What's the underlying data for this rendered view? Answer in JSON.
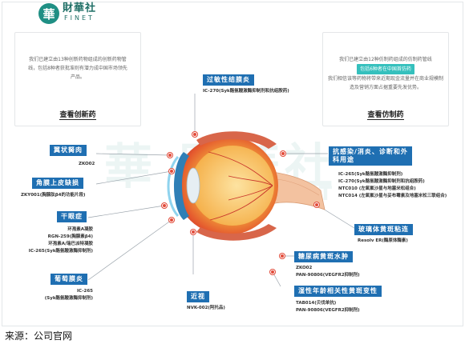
{
  "brand": {
    "mark": "華",
    "name_cn": "財華社",
    "name_en": "FINET"
  },
  "left_box": {
    "text": "我们已建立由13种创新药物组成的创新药物管线，包括8种者获批准则有潜力成中国市场领先产品。",
    "link": "查看创新药"
  },
  "right_box": {
    "line1": "我们已建立由12种仿制药组成的仿制药管线",
    "highlight": "包括6种者在中国首仿药",
    "line2": "我们相信该等药物将带来近期现金流量并在商业规模制造及营销方面占据重要先发优势。",
    "link": "查看仿制药"
  },
  "watermark": {
    "main": "華 財華社",
    "sub": "FINET"
  },
  "labels": {
    "allergic_conj": "过敏性结膜炎",
    "allergic_conj_drug": "IC-270(Syk酪氨酸激酶抑制剂和抗组胺药)",
    "pterygium": "翼状胬肉",
    "pterygium_drug": "ZKO02",
    "corneal_defect": "角膜上皮缺损",
    "corneal_defect_drug": "ZKY001(胸腺肽β4的功能片段)",
    "dry_eye": "干眼症",
    "dry_eye_drugs": [
      "环孢素A凝胶",
      "RGN-259(胸腺素β4)",
      "环孢素A/瑞巴派特凝胶",
      "IC-265(Syk酪氨酸激酶抑制剂)"
    ],
    "uveitis": "葡萄膜炎",
    "uveitis_drugs": [
      "IC-265",
      "(Syk酪氨酸激酶抑制剂)"
    ],
    "myopia": "近视",
    "myopia_drug": "NVK-002(阿托品)",
    "infection": "抗感染/消炎、诊断和外科用途",
    "infection_drugs": [
      "IC-265(Syk酪氨酸激酶抑制剂)",
      "IC-270(Syk酪氨酸激酶抑制剂和抗组胺药)",
      "NTC010 (左氧氟沙星与地塞米松组合)",
      "NTC014 (左氧氟沙星与妥布霉素及地塞米松三联组合)"
    ],
    "vitreous": "玻璃体黄斑粘连",
    "vitreous_drug": "Resolv ER(酶原体酶素)",
    "dme": "糖尿病黄斑水肿",
    "dme_drugs": [
      "ZKO02",
      "PAN-90806(VEGFR2抑制剂)"
    ],
    "amd": "湿性年龄相关性黄斑变性",
    "amd_drugs": [
      "TAB014(贝伐单抗)",
      "PAN-90806(VEGFR2抑制剂)"
    ]
  },
  "source": "来源：公司官网",
  "colors": {
    "label_bg": "#1f6fb2",
    "dot": "#e24b3a",
    "teal": "#35c0bd"
  }
}
